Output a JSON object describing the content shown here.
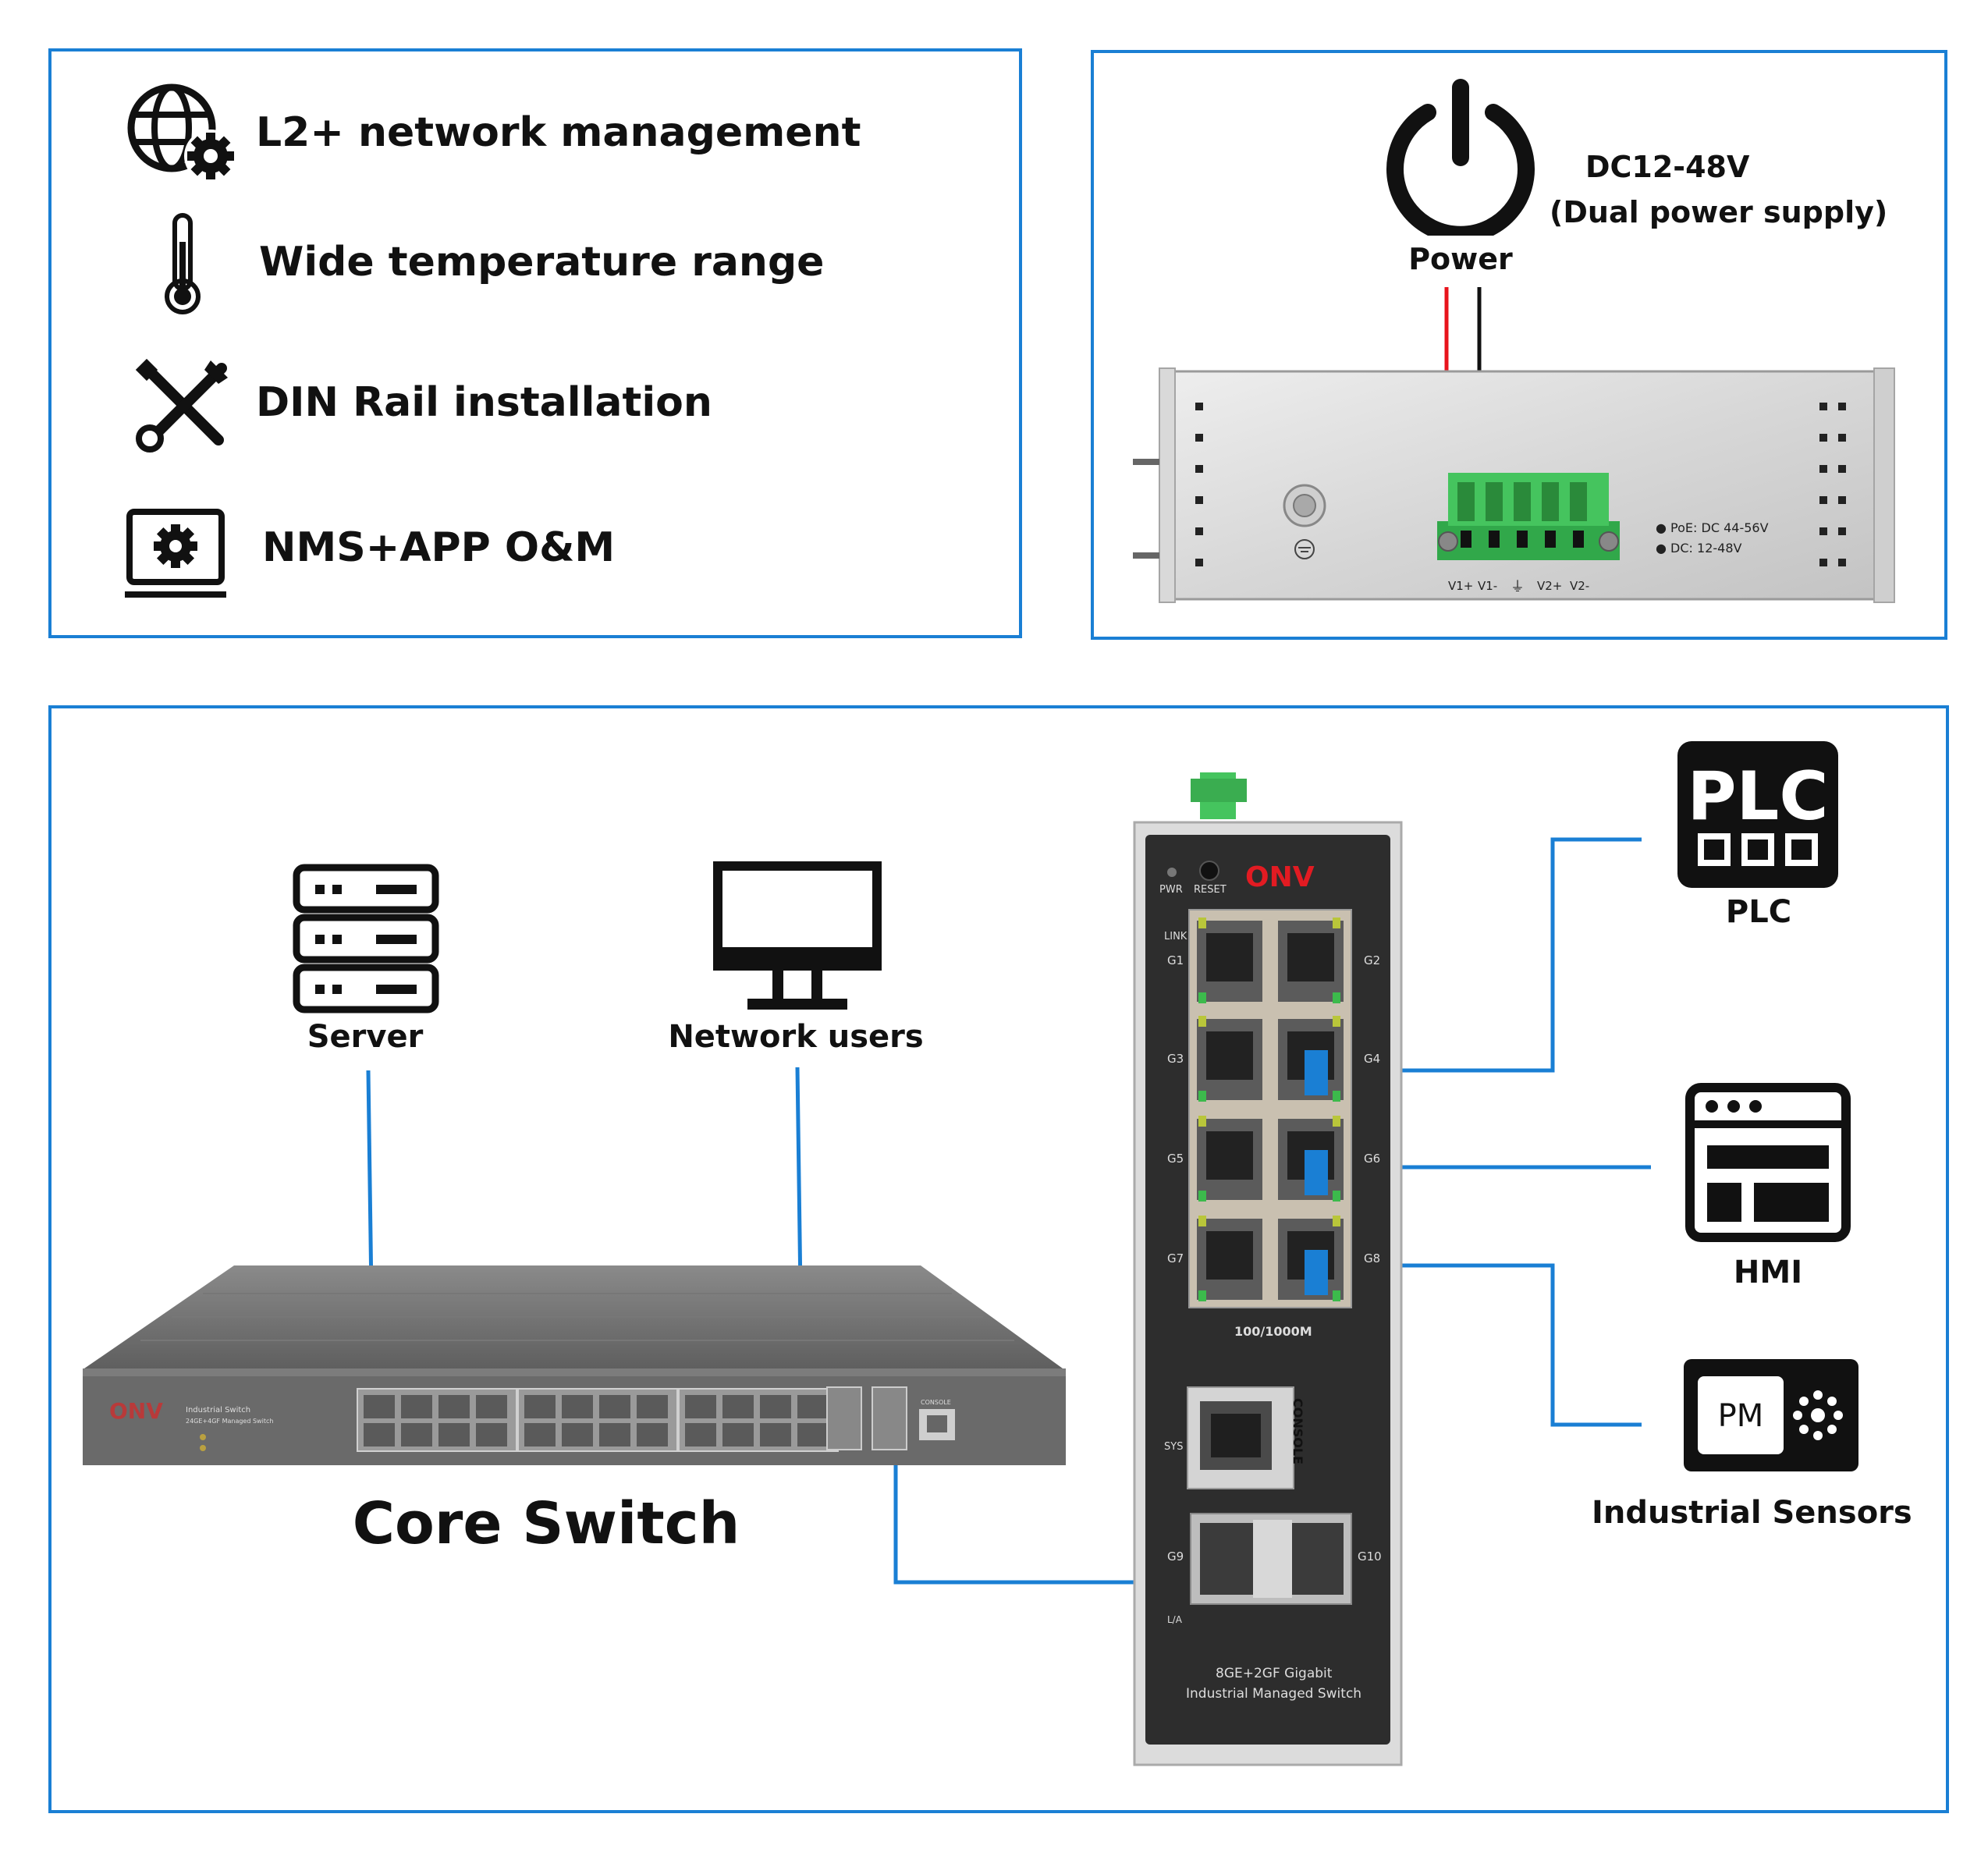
{
  "features": [
    {
      "icon": "globe-gear-icon",
      "label": "L2+ network management"
    },
    {
      "icon": "thermometer-icon",
      "label": "Wide temperature range"
    },
    {
      "icon": "tools-icon",
      "label": "DIN Rail installation"
    },
    {
      "icon": "monitor-gear-icon",
      "label": "NMS+APP O&M"
    }
  ],
  "power": {
    "label": "Power",
    "spec_line1": "DC12-48V",
    "spec_line2": "(Dual power supply)",
    "terminal_labels": [
      "V1+",
      "V1-",
      "⏚",
      "V2+",
      "V2-"
    ],
    "note_poe": "● PoE: DC 44-56V",
    "note_dc": "● DC: 12-48V",
    "wire_colors": {
      "positive": "#e8141c",
      "negative": "#111111"
    }
  },
  "topology": {
    "server_label": "Server",
    "users_label": "Network users",
    "core_label": "Core Switch",
    "plc_label": "PLC",
    "plc_icon_text": "PLC",
    "hmi_label": "HMI",
    "sensors_label": "Industrial Sensors",
    "sensor_icon_text": "PM",
    "link_color": "#1a7fd4"
  },
  "core_switch": {
    "brand": "ONV",
    "line1": "Industrial Switch",
    "line2": "24GE+4GF Managed Switch",
    "console": "CONSOLE"
  },
  "din_switch": {
    "brand": "ONV",
    "pwr": "PWR",
    "reset": "RESET",
    "link": "LINK",
    "port_labels": [
      "G1",
      "G2",
      "G3",
      "G4",
      "G5",
      "G6",
      "G7",
      "G8"
    ],
    "speed": "100/1000M",
    "console": "CONSOLE",
    "sys": "SYS",
    "sfp_labels": [
      "G9",
      "G10"
    ],
    "la": "L/A",
    "model_line1": "8GE+2GF Gigabit",
    "model_line2": "Industrial Managed Switch"
  },
  "colors": {
    "panel_border": "#1a7fd4",
    "terminal_green": "#3fbf5a",
    "dark_panel": "#2d2d2d"
  }
}
